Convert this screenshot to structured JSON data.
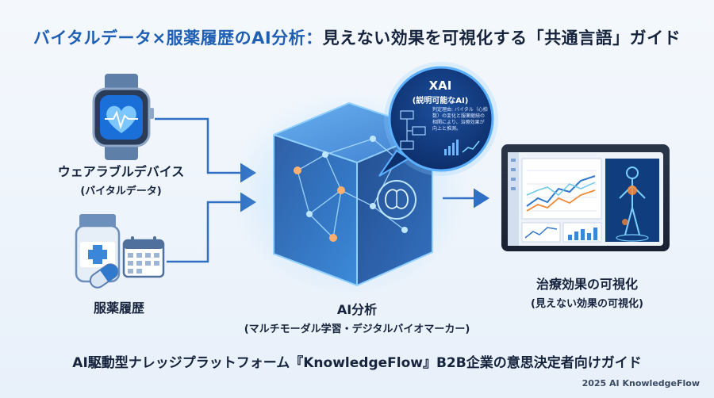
{
  "title": {
    "part1": "バイタルデータ×服薬履歴のAI分析：",
    "part2": "見えない効果を可視化する「共通言語」ガイド"
  },
  "inputs": {
    "wearable": {
      "main": "ウェアラブルデバイス",
      "sub": "(バイタルデータ)"
    },
    "medication": {
      "main": "服薬履歴"
    }
  },
  "ai": {
    "main": "AI分析",
    "sub": "(マルチモーダル学習・デジタルバイオマーカー)"
  },
  "xai": {
    "title": "XAI",
    "sub": "(説明可能なAI)",
    "note": "判定理由: バイタル（心拍数）の変化と服薬継続の相関により、治療効果が向上と推測。"
  },
  "output": {
    "main": "治療効果の可視化",
    "sub": "(見えない効果の可視化)"
  },
  "footer": "AI駆動型ナレッジプラットフォーム『KnowledgeFlow』B2B企業の意思決定者向けガイド",
  "copyright": "2025 AI KnowledgeFlow",
  "colors": {
    "accent": "#1e5fb4",
    "arrow": "#2f6fc4",
    "glow": "#5ab0ff"
  },
  "icons": [
    "smartwatch-heart-icon",
    "pill-bottle-icon",
    "capsule-icon",
    "calendar-icon",
    "ai-cube-icon",
    "brain-icon",
    "speech-bubble-icon",
    "dashboard-monitor-icon"
  ]
}
